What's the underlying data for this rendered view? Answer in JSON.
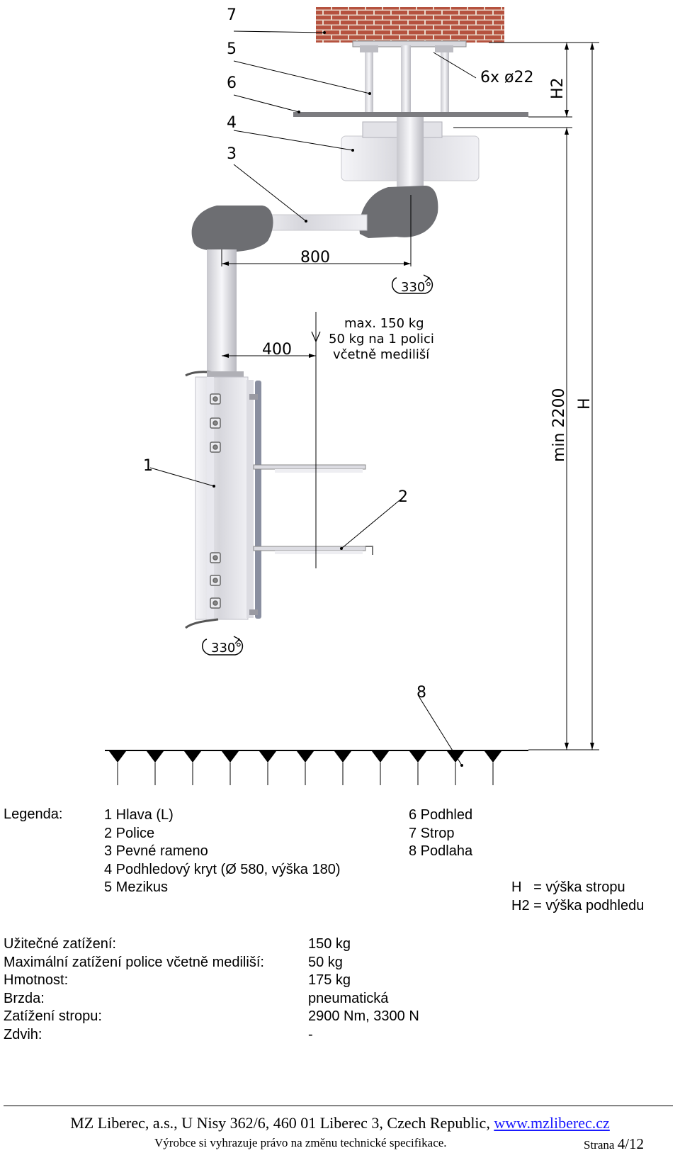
{
  "drawing": {
    "labels": {
      "l7": "7",
      "l5": "5",
      "l6": "6",
      "l4": "4",
      "l3": "3",
      "l1": "1",
      "l2": "2",
      "l8": "8",
      "bolts": "6x ø22",
      "h2": "H2",
      "h": "H",
      "min": "min 2200",
      "arm": "800",
      "offset": "400",
      "rot_top": "330°",
      "rot_bottom": "330°",
      "load1": "max. 150 kg",
      "load2": "50 kg na 1 polici",
      "load3": "včetně mediliší"
    }
  },
  "legend": {
    "title": "Legenda:",
    "col1": [
      "1 Hlava (L)",
      "2 Police",
      "3 Pevné rameno",
      "4 Podhledový kryt (Ø 580, výška 180)",
      "5 Mezikus"
    ],
    "col2": [
      "6 Podhled",
      "7 Strop",
      "8 Podlaha"
    ],
    "h_note": "H   = výška stropu",
    "h2_note": "H2 = výška podhledu"
  },
  "specs": [
    {
      "label": "Užitečné zatížení:",
      "value": "150 kg"
    },
    {
      "label": "Maximální zatížení police včetně mediliší:",
      "value": "50 kg"
    },
    {
      "label": "Hmotnost:",
      "value": "175 kg"
    },
    {
      "label": "Brzda:",
      "value": "pneumatická"
    },
    {
      "label": "Zatížení stropu:",
      "value": "2900 Nm, 3300 N"
    },
    {
      "label": "Zdvih:",
      "value": "-"
    }
  ],
  "footer": {
    "address": "MZ Liberec, a.s., U Nisy 362/6, 460 01 Liberec 3, Czech Republic, ",
    "website": "www.mzliberec.cz",
    "note": "Výrobce si vyhrazuje právo na změnu technické specifikace.",
    "page_label": "Strana ",
    "page_number": "4/12"
  },
  "colors": {
    "brick": "#b5523f",
    "mortar": "#e8d6c8",
    "arm_gray": "#6d6e72",
    "steel_light": "#e6e6ea",
    "ceiling_panel": "#7c7c80"
  }
}
